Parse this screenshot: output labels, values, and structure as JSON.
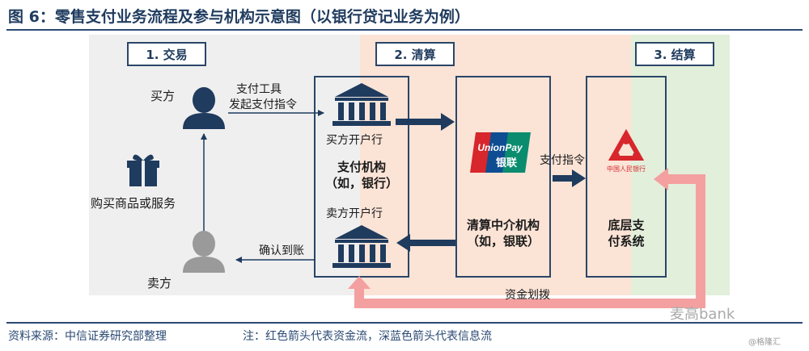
{
  "title": "图 6：零售支付业务流程及参与机构示意图（以银行贷记业务为例）",
  "phases": {
    "trade": "1. 交易",
    "clearing": "2. 清算",
    "settlement": "3. 结算"
  },
  "actors": {
    "buyer": "买方",
    "seller": "卖方",
    "goods": "购买商品或服务"
  },
  "arrows": {
    "payment_tool_line1": "支付工具",
    "payment_tool_line2": "发起支付指令",
    "confirm": "确认到账",
    "payment_instruction": "支付指令",
    "funds_transfer": "资金划拨"
  },
  "institutions": {
    "buyer_bank": "买方开户行",
    "payment_org_line1": "支付机构",
    "payment_org_line2": "（如，银行）",
    "seller_bank": "卖方开户行",
    "clearing_line1": "清算中介机构",
    "clearing_line2": "（如，银联）",
    "unionpay_logo_line1": "UnionPay",
    "unionpay_logo_line2": "银联",
    "settlement_line1": "底层支",
    "settlement_line2": "付系统",
    "pbc_logo_text": "中国人民银行"
  },
  "footer": {
    "source": "资料来源：中信证券研究部整理",
    "note": "注：红色箭头代表资金流，深蓝色箭头代表信息流"
  },
  "watermarks": {
    "primary": "麦高bank",
    "secondary": "@格隆汇"
  },
  "colors": {
    "navy": "#1f3b5e",
    "info_flow": "#1f3b5e",
    "fund_flow": "#f4a0a0",
    "trade_bg": "#efefef",
    "clearing_bg": "#fbe3d6",
    "settlement_bg": "#e2efda",
    "unionpay_red": "#d7262c",
    "unionpay_blue": "#0f4d92",
    "unionpay_green": "#0b8c6e",
    "pbc_red": "#d7262c"
  }
}
